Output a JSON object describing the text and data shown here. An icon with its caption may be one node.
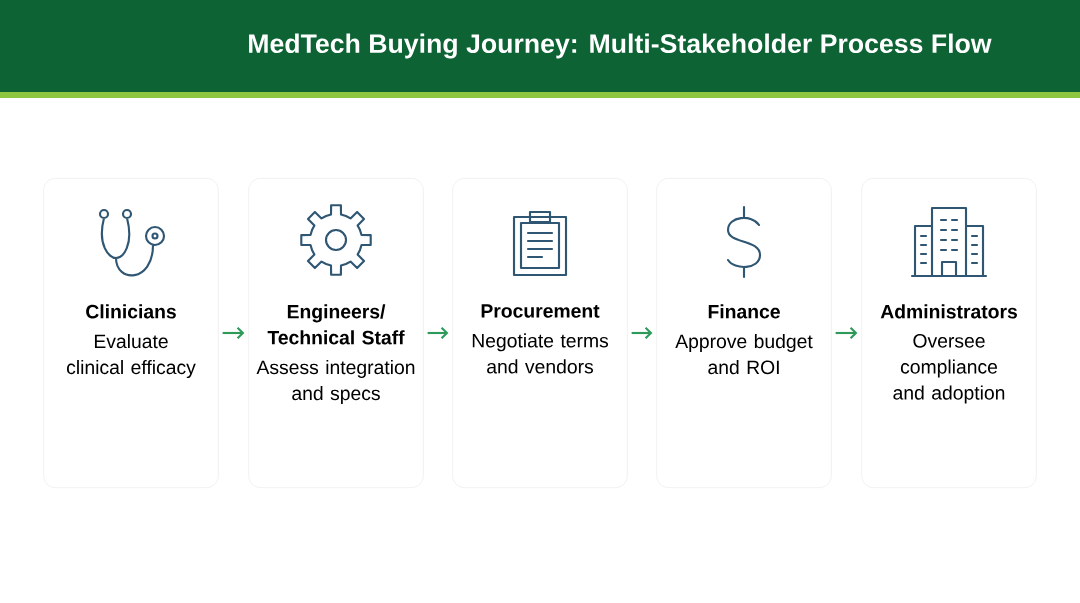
{
  "diagram": {
    "title": "MedTech Buying Journey: Multi-Stakeholder Process Flow",
    "nodes": [
      {
        "text": [
          "Clinicians",
          "Evaluate clinical efficacy"
        ]
      },
      {
        "text": [
          "Engineers/ Technical Staff",
          "Assess integration and specs"
        ]
      },
      {
        "text": [
          "Procurement",
          "Negotiate terms and vendors"
        ]
      },
      {
        "text": [
          "Finance",
          "Approve budget and ROI"
        ]
      },
      {
        "text": [
          "Administrators",
          "Oversee compliance and adoption"
        ]
      }
    ],
    "edges": [
      {
        "from": 0,
        "to": 1,
        "arrow": "to"
      },
      {
        "from": 1,
        "to": 2,
        "arrow": "to"
      },
      {
        "from": 2,
        "to": 3,
        "arrow": "to"
      },
      {
        "from": 3,
        "to": 4,
        "arrow": "to"
      }
    ]
  }
}
